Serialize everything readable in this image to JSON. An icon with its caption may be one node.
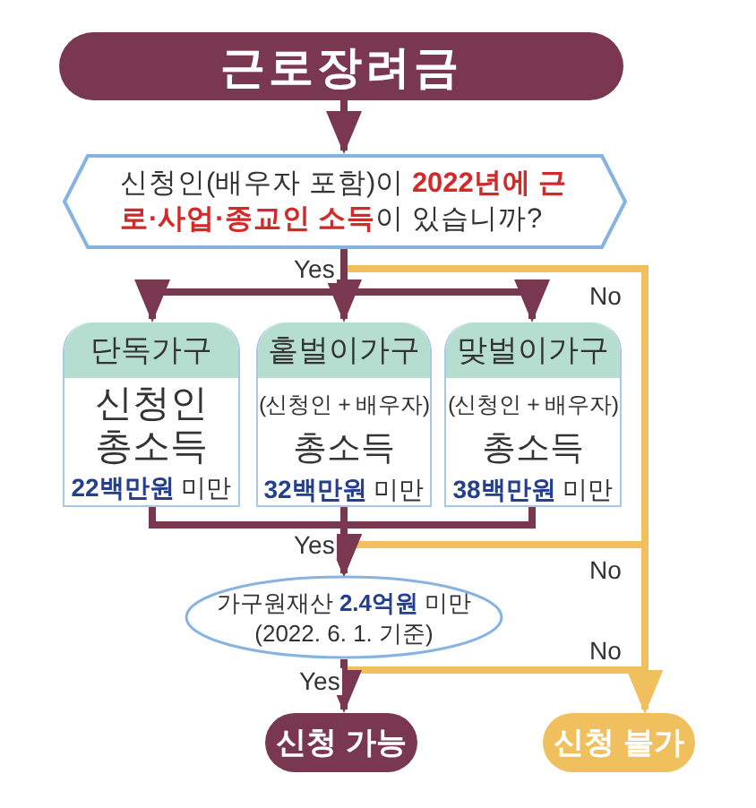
{
  "diagram": {
    "nodes": [
      {
        "text": [
          "근로장려금"
        ]
      },
      {
        "text": [
          "신청인(배우자 포함)이 **2022년에 근로·사업·종교인 소득**이 있습니까?"
        ]
      },
      {
        "text": [
          "단독가구",
          "신청인 총소득",
          "**22백만원** 미만"
        ]
      },
      {
        "text": [
          "홑벌이가구",
          "(신청인 + 배우자)",
          "총소득",
          "**32백만원** 미만"
        ]
      },
      {
        "text": [
          "맞벌이가구",
          "(신청인 + 배우자)",
          "총소득",
          "**38백만원** 미만"
        ]
      },
      {
        "text": [
          "가구원재산 **2.4억원** 미만",
          "(2022. 6. 1. 기준)"
        ]
      },
      {
        "text": [
          "신청 가능"
        ]
      },
      {
        "text": [
          "신청 불가"
        ]
      }
    ],
    "edges": [
      {
        "from": 0,
        "to": 1,
        "arrow": "to"
      },
      {
        "from": 1,
        "to": 2,
        "arrow": "to"
      },
      {
        "from": 1,
        "to": 3,
        "arrow": "to",
        "label": "Yes"
      },
      {
        "from": 1,
        "to": 4,
        "arrow": "to"
      },
      {
        "from": 1,
        "to": 7,
        "arrow": "to",
        "label": "No",
        "color": "#f0c05e"
      },
      {
        "from": 2,
        "to": 5,
        "arrow": "to"
      },
      {
        "from": 3,
        "to": 5,
        "arrow": "to",
        "label": "Yes"
      },
      {
        "from": 4,
        "to": 5,
        "arrow": "to"
      },
      {
        "from": 2,
        "to": 7,
        "arrow": "to",
        "color": "#f0c05e"
      },
      {
        "from": 3,
        "to": 7,
        "arrow": "to",
        "label": "No",
        "color": "#f0c05e"
      },
      {
        "from": 4,
        "to": 7,
        "arrow": "to",
        "color": "#f0c05e"
      },
      {
        "from": 5,
        "to": 6,
        "arrow": "to",
        "label": "Yes"
      },
      {
        "from": 5,
        "to": 7,
        "arrow": "to",
        "label": "No",
        "color": "#f0c05e"
      }
    ]
  }
}
